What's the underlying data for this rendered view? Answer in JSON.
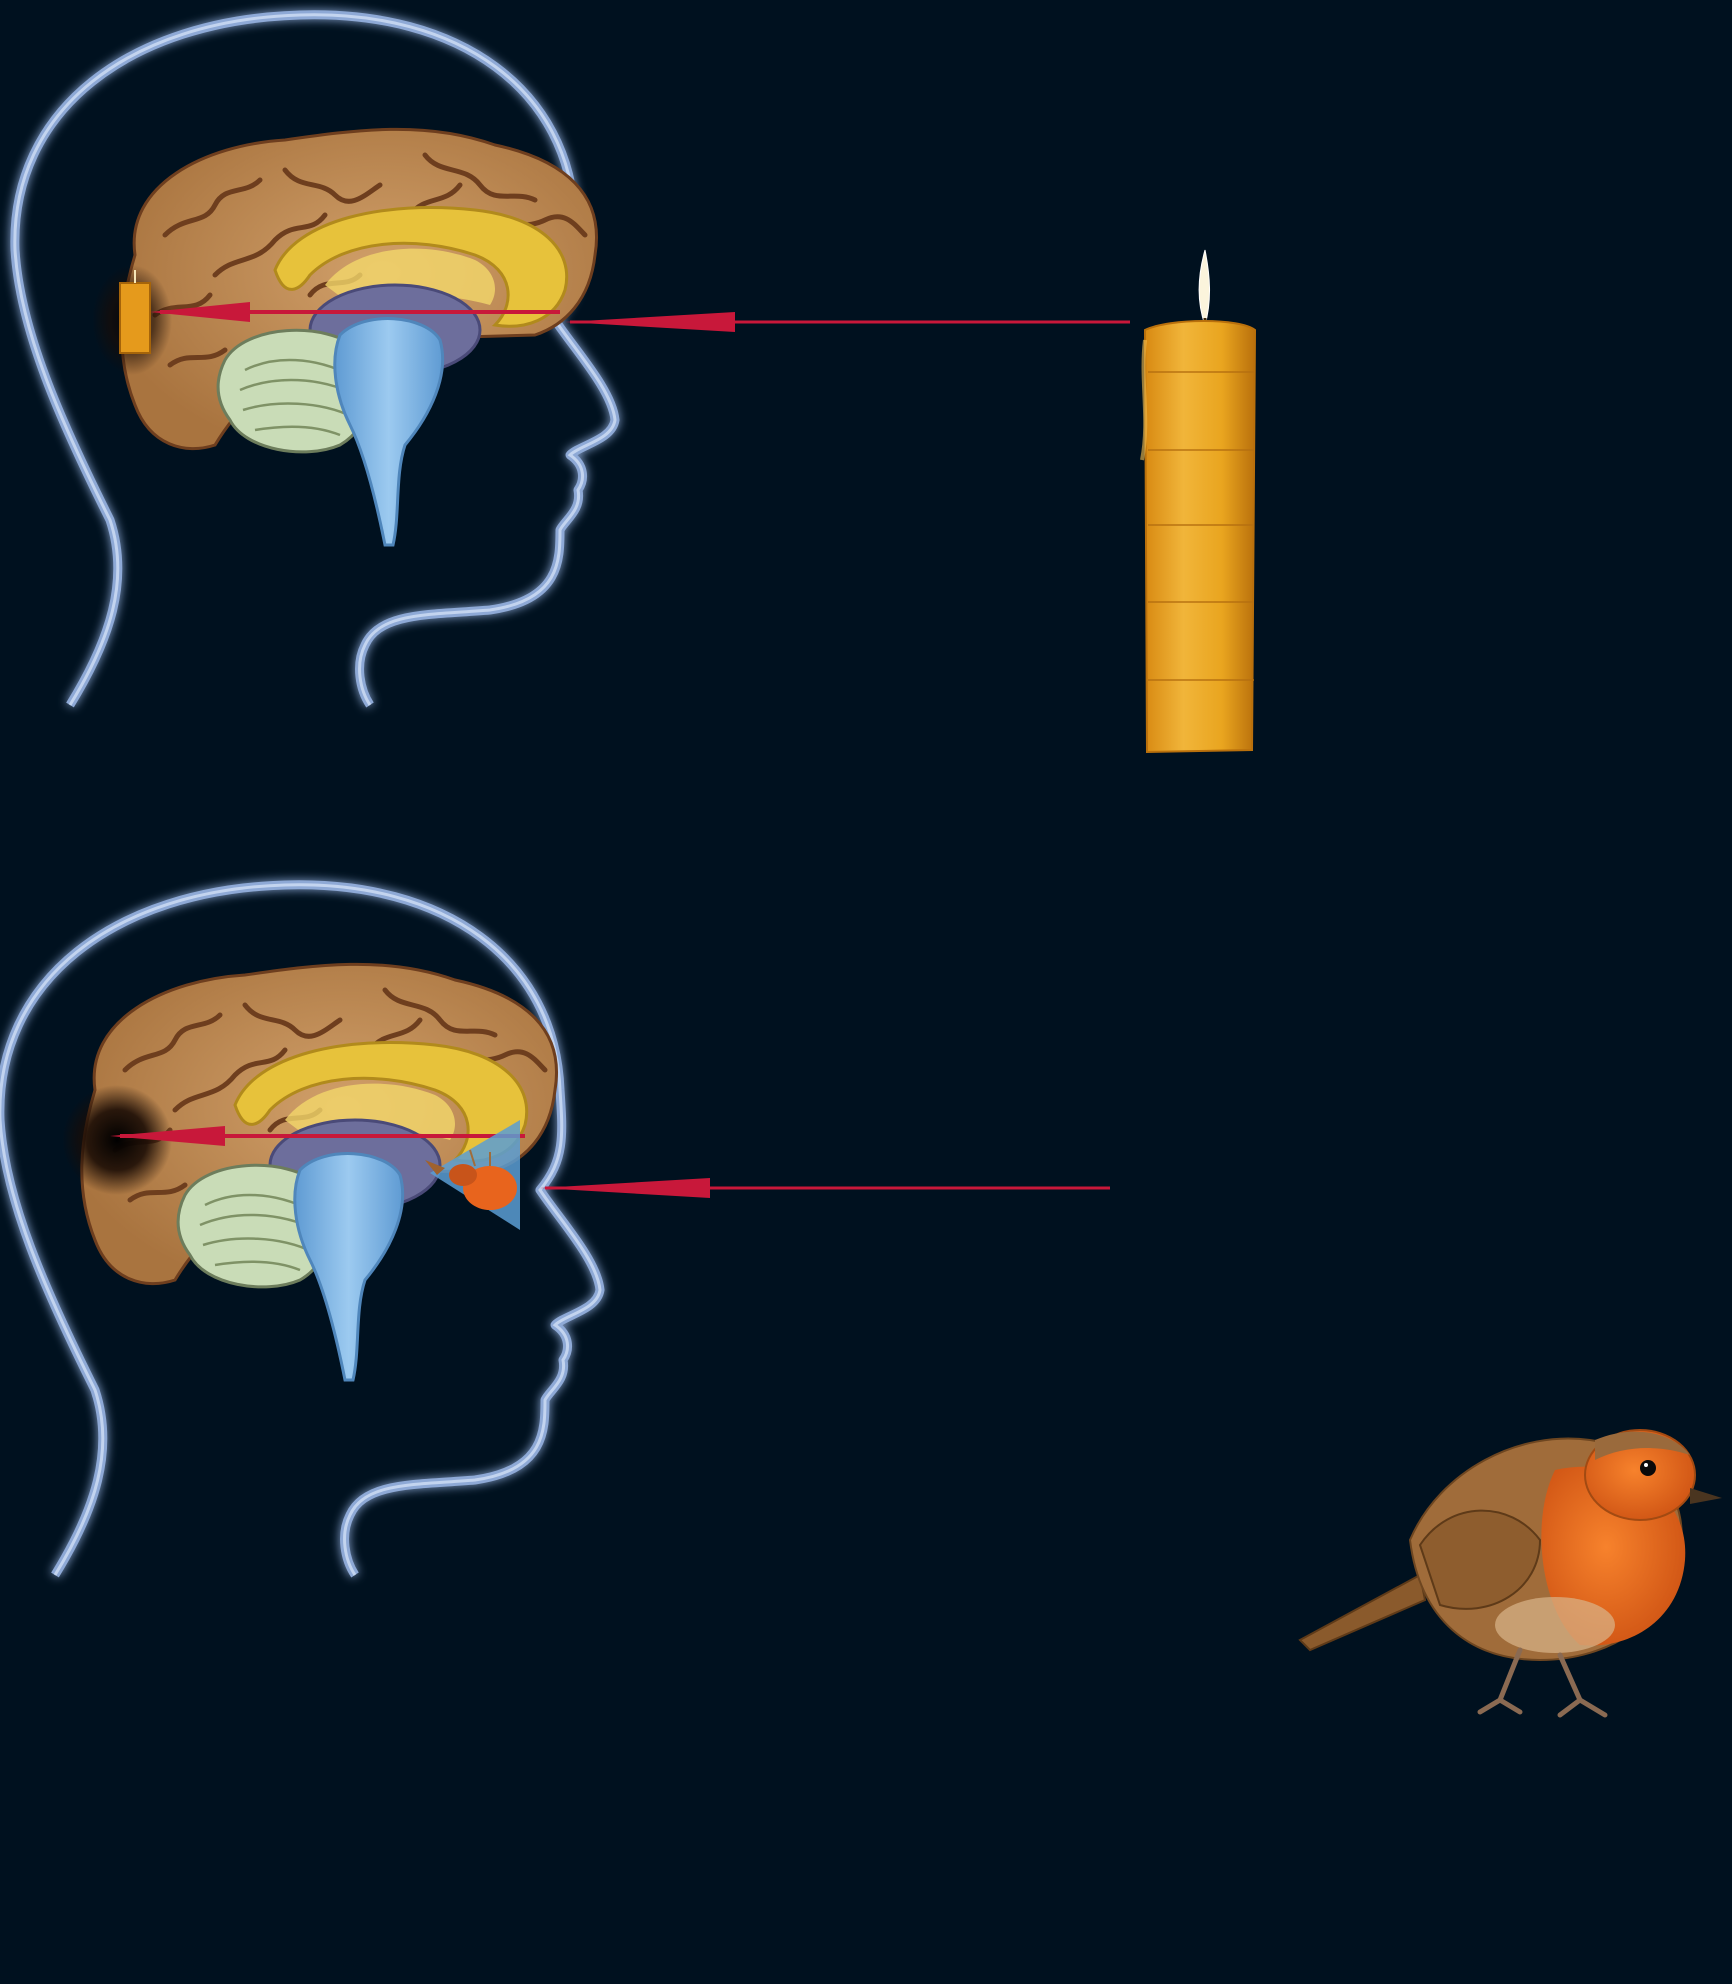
{
  "colors": {
    "background": "#00111f",
    "head_outline": "#8ea9d6",
    "arrow": "#c8183a",
    "cortex": "#b98450",
    "cortex_fold": "#6e3e1e",
    "corpus_callosum": "#e7c23b",
    "thalamus": "#6d6e9c",
    "cerebellum": "#c9dcb7",
    "brainstem": "#7fb6e4",
    "candle_wax": "#e9a51f",
    "robin_breast": "#ea6a1e",
    "robin_back": "#a06c3a",
    "eye_triangle": "#5a9ed4"
  },
  "panels": [
    {
      "name": "top",
      "viewed_object": "candle",
      "internal_image": "candle-in-visual-cortex",
      "eye_image": "none"
    },
    {
      "name": "bottom",
      "viewed_object": "robin",
      "internal_image": "dark-spot-in-visual-cortex",
      "eye_image": "inverted-robin-in-triangle"
    }
  ]
}
